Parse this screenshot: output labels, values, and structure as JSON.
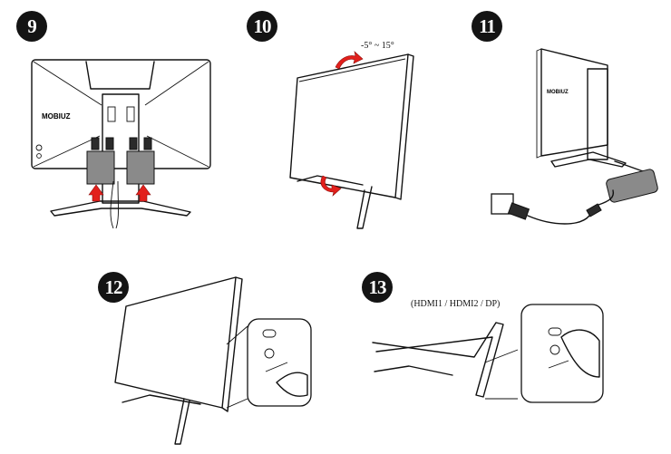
{
  "steps": [
    {
      "number": "9"
    },
    {
      "number": "10",
      "tilt_label": "-5° ~ 15°"
    },
    {
      "number": "11"
    },
    {
      "number": "12"
    },
    {
      "number": "13",
      "ports_label": "(HDMI1 / HDMI2 / DP)"
    }
  ],
  "brand_marks": [
    "MOBIUZ",
    "MOBIUZ"
  ],
  "colors": {
    "badge": "#141414",
    "arrow": "#e2201c",
    "stand_grey": "#8a8a8a"
  }
}
